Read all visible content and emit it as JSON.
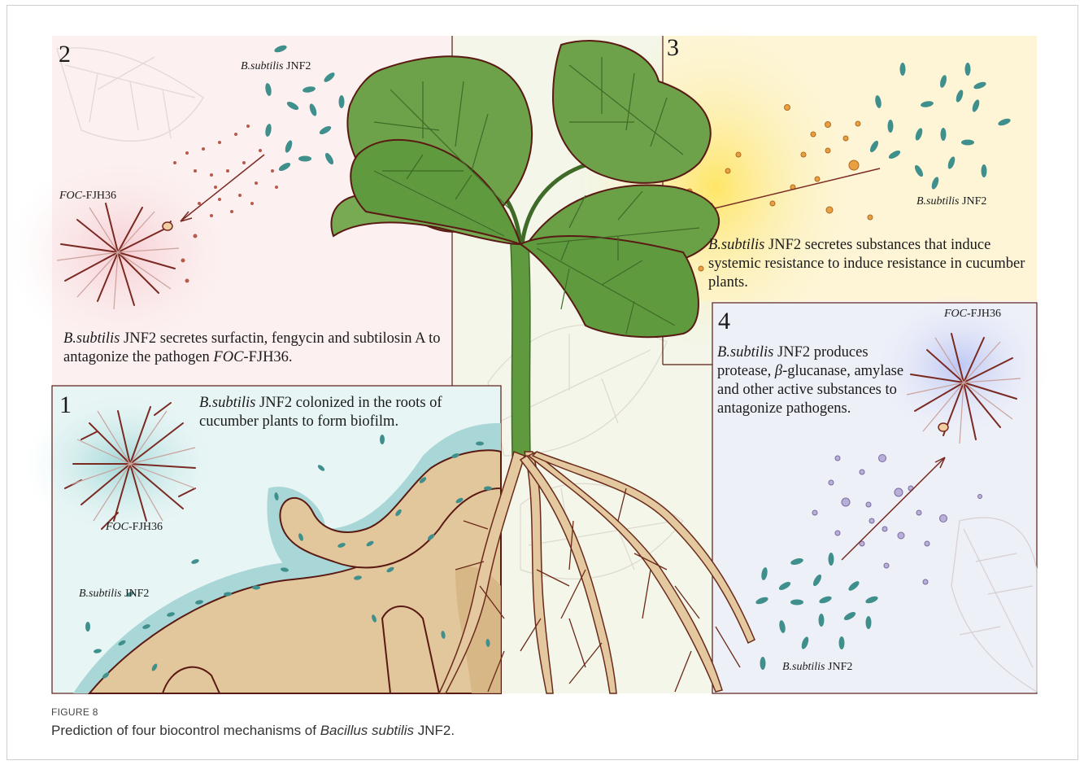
{
  "panels": {
    "p1": {
      "number": "1",
      "text_sp": "B.subtilis",
      "text_rest": " JNF2 colonized in the roots of cucumber plants to form biofilm.",
      "foc_label_it": "FOC",
      "foc_label_rest": "-FJH36",
      "bs_label_it": "B.subtilis",
      "bs_label_rest": " JNF2"
    },
    "p2": {
      "number": "2",
      "bs_label_it": "B.subtilis",
      "bs_label_rest": " JNF2",
      "foc_label_it": "FOC",
      "foc_label_rest": "-FJH36",
      "text_sp": "B.subtilis",
      "text_mid": " JNF2 secretes surfactin, fengycin and subtilosin A to antagonize the pathogen ",
      "text_foc": "FOC",
      "text_end": "-FJH36."
    },
    "p3": {
      "number": "3",
      "bs_label_it": "B.subtilis",
      "bs_label_rest": " JNF2",
      "text_sp": "B.subtilis",
      "text_rest": " JNF2 secretes substances that induce systemic resistance to induce resistance in cucumber plants."
    },
    "p4": {
      "number": "4",
      "foc_label_it": "FOC",
      "foc_label_rest": "-FJH36",
      "text_sp": "B.subtilis",
      "text_a": " JNF2 produces protease, ",
      "text_beta": "β",
      "text_b": "-glucanase, amylase and other active substances to antagonize pathogens.",
      "bs_label_it": "B.subtilis",
      "bs_label_rest": " JNF2"
    }
  },
  "caption": {
    "figure_label": "FIGURE 8",
    "text_a": "Prediction of four biocontrol mechanisms of ",
    "text_species": "Bacillus subtilis",
    "text_b": " JNF2."
  },
  "colors": {
    "leaf": "#6fa04a",
    "leaf_dark": "#4f7a34",
    "outline": "#5a1a14",
    "root": "#e2c59a",
    "biofilm": "#a9d4d4",
    "bacterium": "#3f8f8c",
    "panel1_bg": "#e6f4f4",
    "panel2_bg": "#fbeeee",
    "panel3_bg": "#fbf2c8",
    "panel4_bg": "#eceff8",
    "center_bg": "#f2f6e6"
  }
}
